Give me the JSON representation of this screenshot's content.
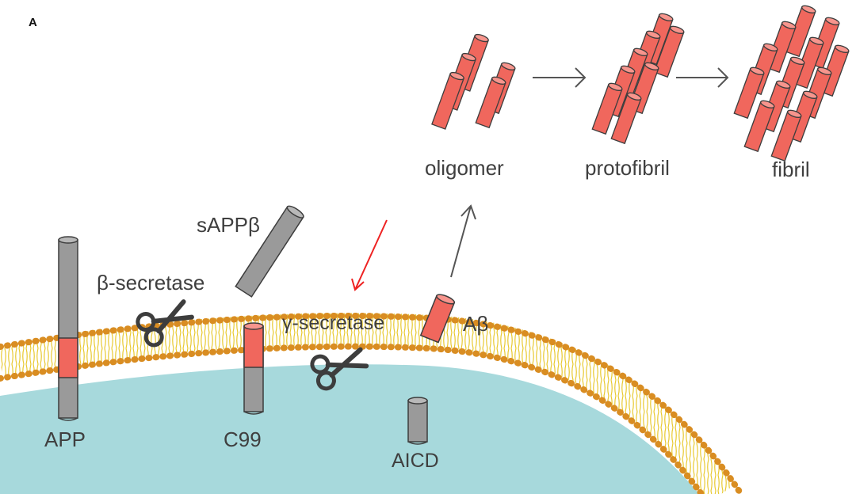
{
  "panel_label": "A",
  "labels": {
    "app": "APP",
    "c99": "C99",
    "aicd": "AICD",
    "beta_secretase": "β-secretase",
    "gamma_secretase": "γ-secretase",
    "sappb": "sAPPβ",
    "abeta": "Aβ",
    "oligomer": "oligomer",
    "protofibril": "protofibril",
    "fibril": "fibril"
  },
  "colors": {
    "abeta_red": "#f0675d",
    "protein_gray": "#9a9a9a",
    "cytoplasm": "#a7d9dc",
    "head_orange": "#d98d22",
    "tail_yellow": "#e8c930",
    "outline": "#3d3d3d",
    "red_arrow": "#ee2222"
  },
  "icons": [
    "scissors-icon",
    "arrow-icon"
  ]
}
